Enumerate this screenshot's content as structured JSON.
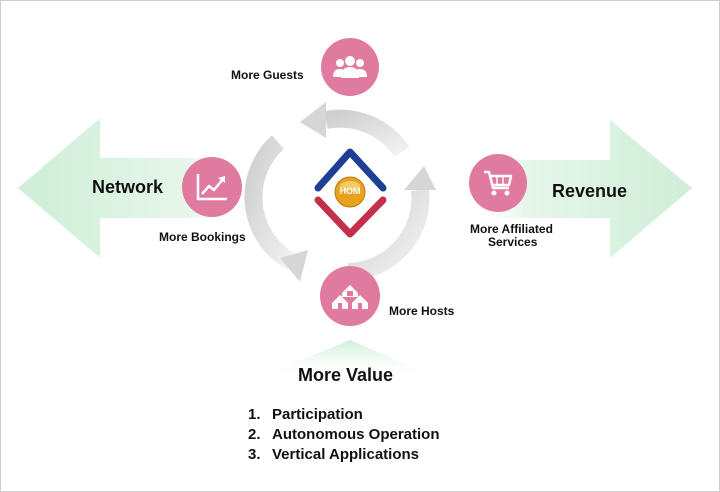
{
  "hub": {
    "logo_text": "HOM"
  },
  "nodes": {
    "guests": {
      "label": "More Guests",
      "icon": "users-icon"
    },
    "bookings": {
      "label": "More Bookings",
      "icon": "chart-icon"
    },
    "services": {
      "label_line1": "More Affiliated",
      "label_line2": "Services",
      "icon": "shopping-cart-icon"
    },
    "hosts": {
      "label": "More Hosts",
      "icon": "houses-icon"
    }
  },
  "sides": {
    "left": "Network",
    "right": "Revenue",
    "bottom": "More Value"
  },
  "value_items": [
    {
      "num": "1.",
      "text": "Participation"
    },
    {
      "num": "2.",
      "text": "Autonomous Operation"
    },
    {
      "num": "3.",
      "text": "Vertical Applications"
    }
  ],
  "colors": {
    "node": "#e07b9f",
    "arrow_green": "#d6f0dc",
    "cycle_gray": "#d9d9d9",
    "logo_blue": "#1f3f95",
    "logo_red": "#c2304a",
    "logo_gold": "#e8a21c"
  }
}
